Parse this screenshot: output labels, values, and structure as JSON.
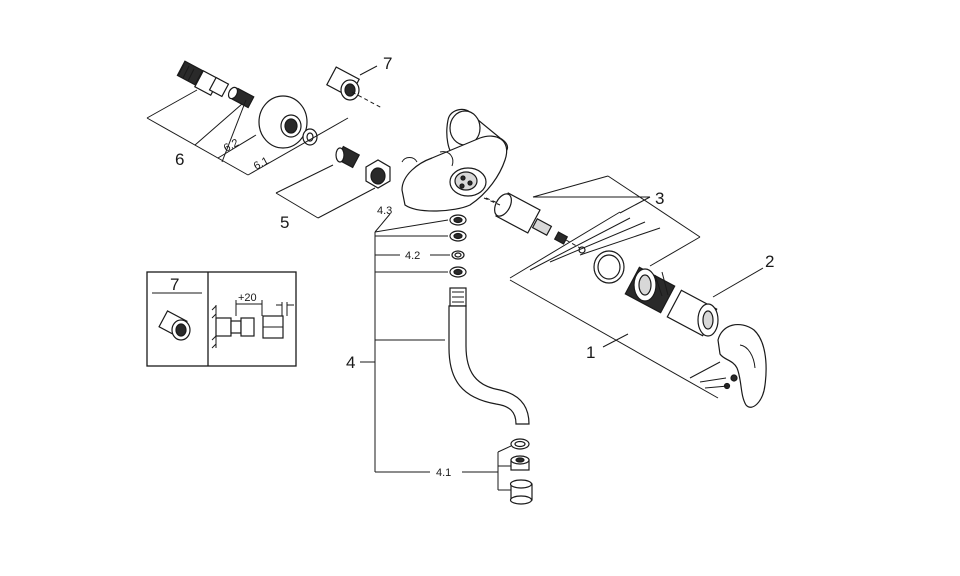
{
  "labels": {
    "p1": "1",
    "p2": "2",
    "p3": "3",
    "p4": "4",
    "p4_1": "4.1",
    "p4_2": "4.2",
    "p4_3": "4.3",
    "p5": "5",
    "p6": "6",
    "p6_1": "6.1",
    "p6_2": "6.2",
    "p7": "7"
  },
  "inset": {
    "label": "7",
    "dimension": "+20"
  }
}
